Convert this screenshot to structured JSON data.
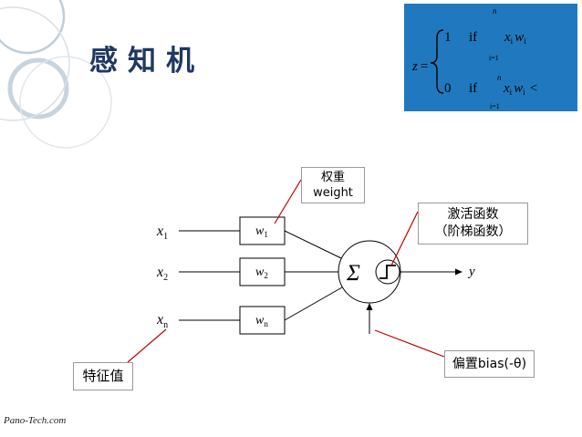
{
  "slide": {
    "title": "感知机",
    "watermark": "Pano-Tech.com",
    "colors": {
      "title": "#1F3864",
      "formula_box": "#2079BE",
      "callout": "#C00000",
      "line": "#000000"
    }
  },
  "formula": {
    "lhs_var": "z",
    "lhs_eq": "=",
    "rows": [
      {
        "value": "1",
        "cond": "if",
        "sum_upper": "n",
        "sum_lower": "i=1",
        "x": "x",
        "x_sub": "i",
        "w": "w",
        "w_sub": "i"
      },
      {
        "value": "0",
        "cond": "if",
        "sum_upper": "n",
        "sum_lower": "i=1",
        "x": "x",
        "x_sub": "i",
        "w": "w",
        "w_sub": "i",
        "tail": "<"
      }
    ]
  },
  "diagram": {
    "inputs": [
      {
        "symbol": "x",
        "sub": "1"
      },
      {
        "symbol": "x",
        "sub": "2"
      },
      {
        "symbol": "x",
        "sub": "n"
      }
    ],
    "weights": [
      {
        "symbol": "w",
        "sub": "1"
      },
      {
        "symbol": "w",
        "sub": "2"
      },
      {
        "symbol": "w",
        "sub": "n"
      }
    ],
    "sum_symbol": "Σ",
    "output": "y",
    "icons": {
      "activation": "step-function-icon"
    }
  },
  "callouts": {
    "weight": {
      "line1": "权重",
      "line2": "weight"
    },
    "activation": {
      "line1": "激活函数",
      "line2": "（阶梯函数）"
    },
    "bias": "偏置bias(-θ)",
    "features": "特征值"
  }
}
